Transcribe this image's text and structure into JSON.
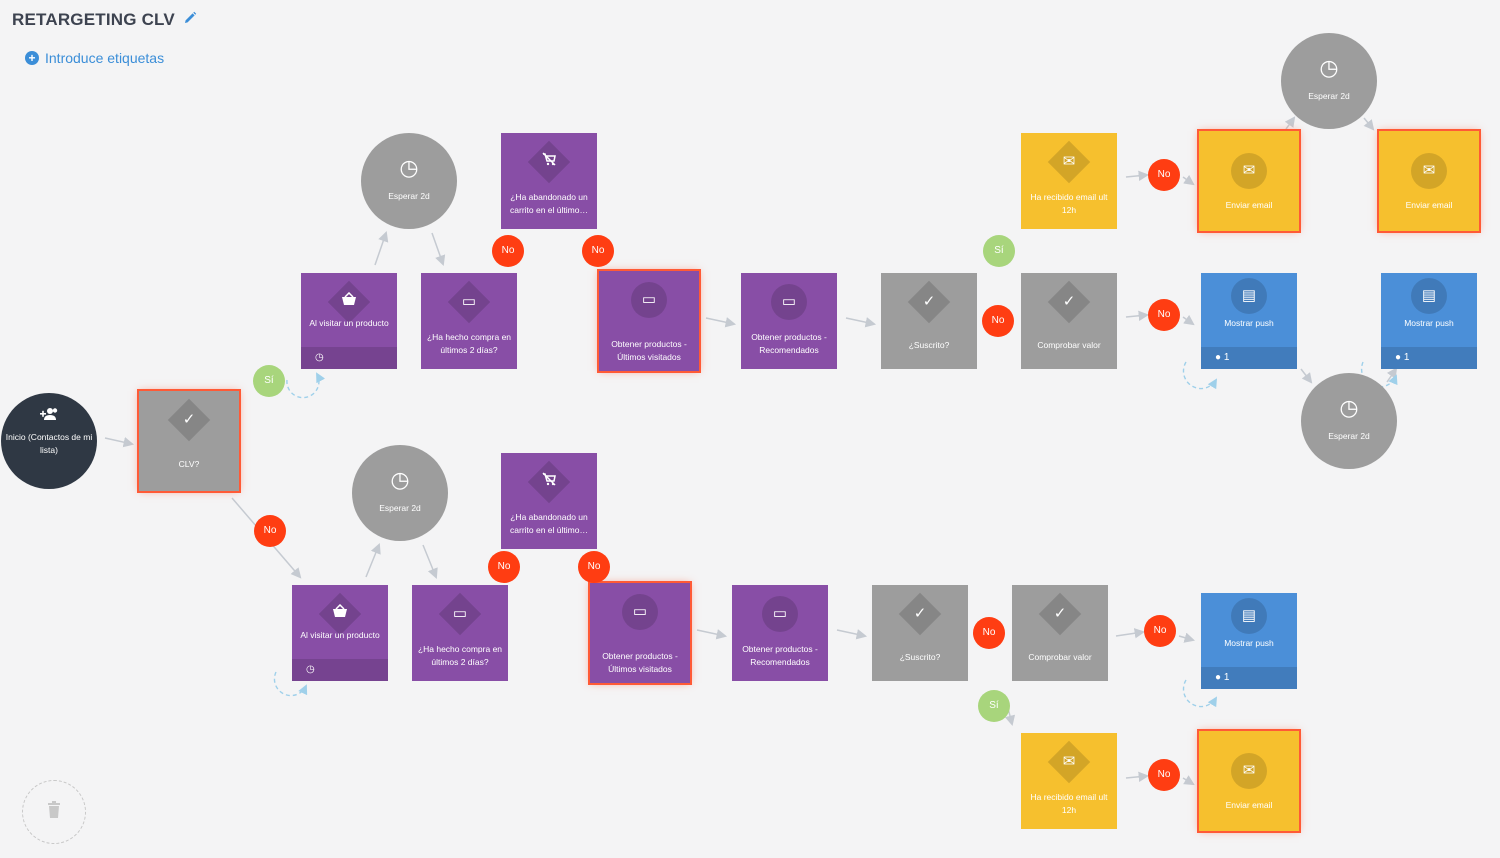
{
  "header": {
    "title": "RETARGETING CLV",
    "edit_icon": "pencil-icon",
    "tags_label": "Introduce etiquetas"
  },
  "colors": {
    "purple": "#884ea6",
    "gray": "#9d9d9d",
    "yellow": "#f6c02e",
    "blue": "#4b8fd8",
    "no": "#ff3d12",
    "si": "#a8d57c",
    "dark": "#2f3844",
    "highlight": "#ff5a36"
  },
  "nodes": {
    "inicio": "Inicio (Contactos de mi lista)",
    "clv": "CLV?",
    "visit1": "Al visitar un producto",
    "esperar1": "Esperar 2d",
    "compra1": "¿Ha hecho compra en últimos 2 días?",
    "carrito1": "¿Ha abandonado un carrito en el último…",
    "ultimos1": "Obtener productos - Últimos visitados",
    "recom1": "Obtener productos - Recomendados",
    "suscrito1": "¿Suscrito?",
    "email12h_top": "Ha recibido email ult 12h",
    "comprobar1": "Comprobar valor",
    "enviar1": "Enviar email",
    "esperar_tr": "Esperar 2d",
    "enviar2": "Enviar email",
    "push1": "Mostrar push",
    "push1_count": "1",
    "push2": "Mostrar push",
    "push2_count": "1",
    "esperar_r": "Esperar 2d",
    "visit2": "Al visitar un producto",
    "esperar2": "Esperar 2d",
    "compra2": "¿Ha hecho compra en últimos 2 días?",
    "carrito2": "¿Ha abandonado un carrito en el último…",
    "ultimos2": "Obtener productos - Últimos visitados",
    "recom2": "Obtener productos - Recomendados",
    "suscrito2": "¿Suscrito?",
    "comprobar2": "Comprobar valor",
    "push3": "Mostrar push",
    "push3_count": "1",
    "email12h_bot": "Ha recibido email ult 12h",
    "enviar3": "Enviar email"
  },
  "badges": {
    "no": "No",
    "si": "Sí"
  },
  "icons": [
    "users-plus-icon",
    "check-icon",
    "basket-icon",
    "clock-icon",
    "card-icon",
    "cart-off-icon",
    "mail-icon",
    "chat-icon",
    "user-icon",
    "trash-icon"
  ]
}
